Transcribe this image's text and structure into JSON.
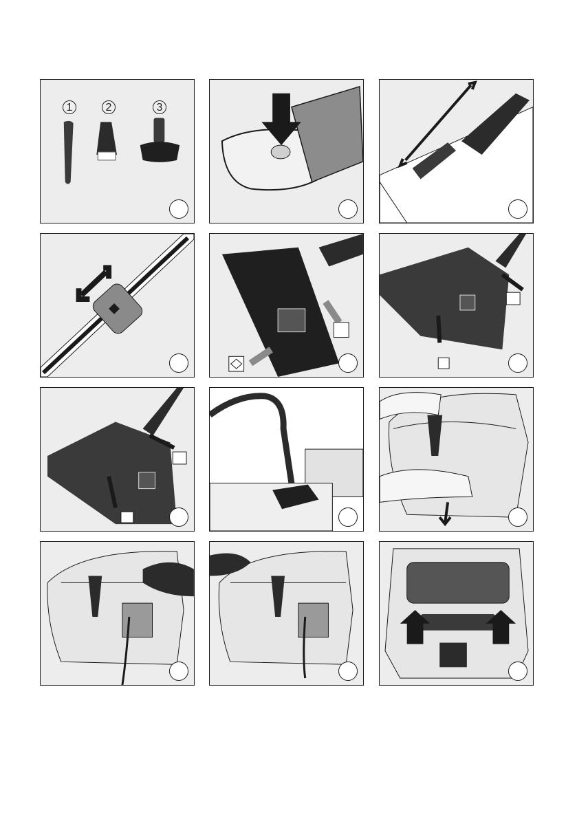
{
  "figures": [
    {
      "id": "accessories",
      "labels": [
        "1",
        "2",
        "3"
      ]
    },
    {
      "id": "attach-tool"
    },
    {
      "id": "dusting-brush-slide"
    },
    {
      "id": "telescopic-tube"
    },
    {
      "id": "floorhead-switch-1"
    },
    {
      "id": "floorhead-switch-2"
    },
    {
      "id": "floorhead-switch-3"
    },
    {
      "id": "parking-position"
    },
    {
      "id": "open-lid"
    },
    {
      "id": "rewind-cable-1"
    },
    {
      "id": "rewind-cable-2"
    },
    {
      "id": "suction-controls"
    }
  ],
  "colors": {
    "panel": "#ededed",
    "border": "#1a1a1a",
    "dark": "#2b2b2b",
    "mid": "#8a8a8a",
    "light": "#cfcfcf"
  }
}
